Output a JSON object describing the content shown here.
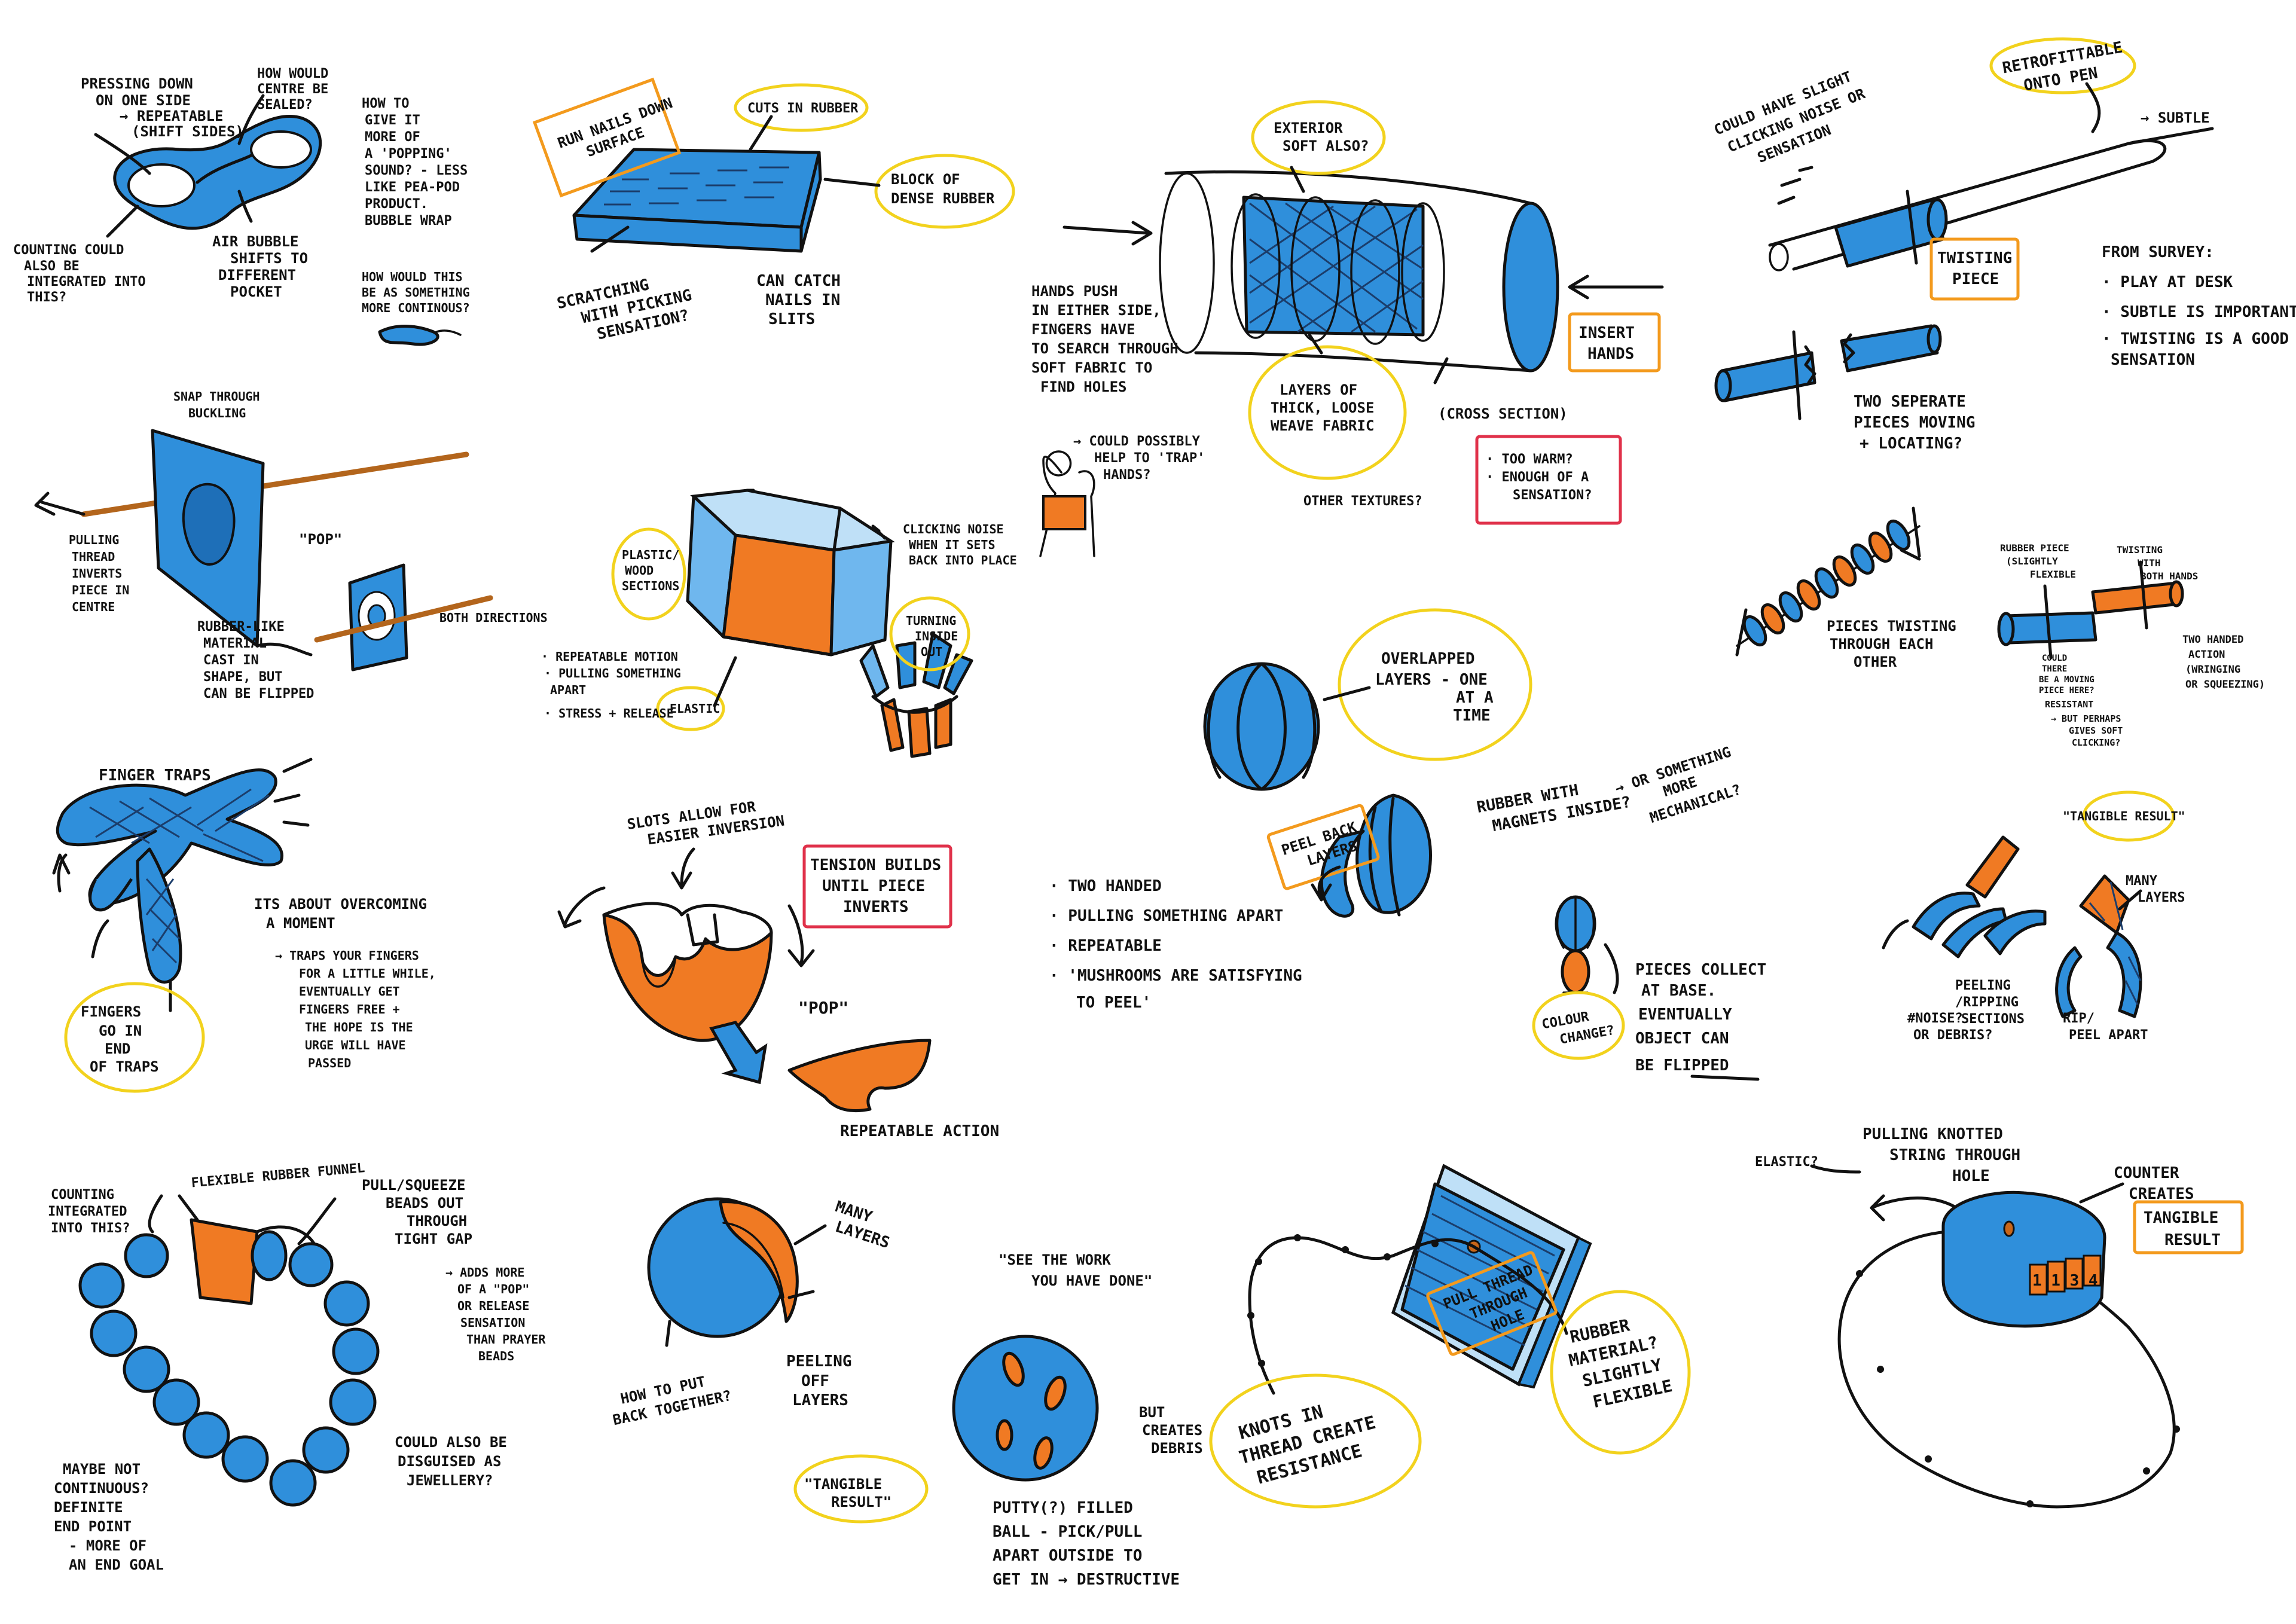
{
  "palette": {
    "blue": "#2f8fdb",
    "orange": "#f07a23",
    "yellow_ring": "#f2d21d",
    "orange_box": "#f39a1d",
    "red_box": "#e0314a",
    "thread": "#b3651c"
  },
  "pad": {
    "pressing": [
      "PRESSING DOWN",
      "ON ONE SIDE",
      "→ REPEATABLE",
      "(SHIFT SIDES)"
    ],
    "centre": [
      "HOW WOULD",
      "CENTRE BE",
      "SEALED?"
    ],
    "counting": [
      "COUNTING COULD",
      "ALSO BE",
      "INTEGRATED INTO",
      "THIS?"
    ],
    "bubble": [
      "AIR BUBBLE",
      "SHIFTS TO",
      "DIFFERENT",
      "POCKET"
    ],
    "popping": [
      "HOW TO",
      "GIVE IT",
      "MORE OF",
      "A 'POPPING'",
      "SOUND? - LESS",
      "LIKE PEA-POD",
      "PRODUCT.",
      "BUBBLE WRAP"
    ],
    "continuous": [
      "HOW WOULD THIS",
      "BE AS SOMETHING",
      "MORE CONTINOUS?"
    ]
  },
  "rubber_block": {
    "run_nails": [
      "RUN NAILS DOWN",
      "SURFACE"
    ],
    "cuts": "CUTS IN RUBBER",
    "block": [
      "BLOCK OF",
      "DENSE RUBBER"
    ],
    "scratching": [
      "SCRATCHING",
      "WITH PICKING",
      "SENSATION?"
    ],
    "catch": [
      "CAN CATCH",
      "NAILS IN",
      "SLITS"
    ]
  },
  "tube": {
    "exterior": [
      "EXTERIOR",
      "SOFT ALSO?"
    ],
    "hands_push": [
      "HANDS PUSH",
      "IN EITHER SIDE,",
      "FINGERS HAVE",
      "TO SEARCH THROUGH",
      "SOFT FABRIC TO",
      "FIND HOLES"
    ],
    "trap": [
      "→ COULD POSSIBLY",
      "HELP TO 'TRAP'",
      "HANDS?"
    ],
    "layers": [
      "LAYERS OF",
      "THICK, LOOSE",
      "WEAVE FABRIC"
    ],
    "cross_section": "(CROSS SECTION)",
    "insert": [
      "INSERT",
      "HANDS"
    ],
    "warm": [
      "· TOO WARM?",
      "· ENOUGH OF A",
      "SENSATION?"
    ],
    "other": "OTHER TEXTURES?"
  },
  "pen": {
    "clicking": [
      "COULD HAVE SLIGHT",
      "CLICKING NOISE OR",
      "SENSATION"
    ],
    "retro": [
      "RETROFITTABLE",
      "ONTO PEN"
    ],
    "subtle": "→ SUBTLE",
    "twisting": [
      "TWISTING",
      "PIECE"
    ],
    "survey": [
      "FROM SURVEY:",
      "· PLAY AT DESK",
      "· SUBTLE IS IMPORTANT",
      "· TWISTING IS A GOOD",
      "SENSATION"
    ],
    "separate": [
      "TWO SEPERATE",
      "PIECES MOVING",
      "+ LOCATING?"
    ]
  },
  "snap": {
    "title": [
      "SNAP THROUGH",
      "BUCKLING"
    ],
    "pulling": [
      "PULLING",
      "THREAD",
      "INVERTS",
      "PIECE IN",
      "CENTRE"
    ],
    "pop": "\"POP\"",
    "both": "BOTH DIRECTIONS",
    "rubber": [
      "RUBBER-LIKE",
      "MATERIAL",
      "CAST IN",
      "SHAPE, BUT",
      "CAN BE FLIPPED"
    ]
  },
  "prism": {
    "clicking": [
      "CLICKING NOISE",
      "WHEN IT SETS",
      "BACK INTO PLACE"
    ],
    "plastic": [
      "PLASTIC/",
      "WOOD",
      "SECTIONS"
    ],
    "turning": [
      "TURNING",
      "INSIDE",
      "OUT"
    ],
    "notes": [
      "· REPEATABLE MOTION",
      "· PULLING SOMETHING",
      "APART",
      "· STRESS + RELEASE"
    ],
    "elastic": "ELASTIC"
  },
  "twist": {
    "pieces": [
      "PIECES TWISTING",
      "THROUGH EACH",
      "OTHER"
    ],
    "rubber_piece": [
      "RUBBER PIECE",
      "(SLIGHTLY",
      "FLEXIBLE"
    ],
    "twisting": [
      "TWISTING",
      "WITH",
      "BOTH HANDS"
    ],
    "could": [
      "COULD",
      "THERE",
      "BE A MOVING",
      "PIECE HERE?"
    ],
    "resistant": [
      "RESISTANT",
      "→ BUT PERHAPS",
      "GIVES SOFT",
      "CLICKING?"
    ],
    "two": [
      "TWO HANDED",
      "ACTION",
      "(WRINGING",
      "OR SQUEEZING)"
    ]
  },
  "finger": {
    "title": "FINGER TRAPS",
    "overcoming": [
      "ITS ABOUT OVERCOMING",
      "A MOMENT"
    ],
    "traps": [
      "→ TRAPS YOUR FINGERS",
      "FOR A LITTLE WHILE,",
      "EVENTUALLY GET",
      "FINGERS FREE +",
      "THE HOPE IS THE",
      "URGE WILL HAVE",
      "PASSED"
    ],
    "fingers": [
      "FINGERS",
      "GO IN",
      "END",
      "OF TRAPS"
    ]
  },
  "dome": {
    "slots": [
      "SLOTS ALLOW FOR",
      "EASIER INVERSION"
    ],
    "tension": [
      "TENSION BUILDS",
      "UNTIL PIECE",
      "INVERTS"
    ],
    "pop": "\"POP\"",
    "repeat": "REPEATABLE ACTION"
  },
  "ball": {
    "overlapped": [
      "OVERLAPPED",
      "LAYERS - ONE",
      "AT A",
      "TIME"
    ],
    "magnets": [
      "RUBBER WITH",
      "MAGNETS INSIDE?"
    ],
    "mechanical": [
      "→ OR SOMETHING",
      "MORE",
      "MECHANICAL?"
    ],
    "peel": [
      "PEEL BACK",
      "LAYERS"
    ],
    "notes": [
      "· TWO HANDED",
      "· PULLING SOMETHING APART",
      "· REPEATABLE",
      "· 'MUSHROOMS ARE SATISFYING",
      "TO PEEL'"
    ],
    "colour": [
      "COLOUR",
      "CHANGE?"
    ],
    "pieces": [
      "PIECES COLLECT",
      "AT BASE.",
      "EVENTUALLY",
      "OBJECT CAN",
      "BE FLIPPED"
    ]
  },
  "strip": {
    "tangible": "\"TANGIBLE RESULT\"",
    "many": [
      "MANY",
      "LAYERS"
    ],
    "peeling": [
      "PEELING",
      "/RIPPING",
      "SECTIONS"
    ],
    "noise": [
      "#NOISE?",
      "OR DEBRIS?"
    ],
    "rip": [
      "RIP/",
      "PEEL APART"
    ]
  },
  "beads": {
    "counting": [
      "COUNTING",
      "INTEGRATED",
      "INTO THIS?"
    ],
    "funnel": "FLEXIBLE RUBBER FUNNEL",
    "pull": [
      "PULL/SQUEEZE",
      "BEADS OUT",
      "THROUGH",
      "TIGHT GAP"
    ],
    "adds": [
      "→ ADDS MORE",
      "OF A \"POP\"",
      "OR RELEASE",
      "SENSATION",
      "THAN PRAYER",
      "BEADS"
    ],
    "maybe": [
      "MAYBE NOT",
      "CONTINUOUS?",
      "DEFINITE",
      "END POINT",
      "- MORE OF",
      "AN END GOAL"
    ],
    "jewellery": [
      "COULD ALSO BE",
      "DISGUISED AS",
      "JEWELLERY?"
    ]
  },
  "sphere": {
    "many": [
      "MANY",
      "LAYERS"
    ],
    "peeling": [
      "PEELING",
      "OFF",
      "LAYERS"
    ],
    "how": [
      "HOW TO PUT",
      "BACK TOGETHER?"
    ]
  },
  "putty": {
    "see": [
      "\"SEE THE WORK",
      "YOU HAVE DONE\""
    ],
    "debris": [
      "BUT",
      "CREATES",
      "DEBRIS"
    ],
    "tangible": [
      "\"TANGIBLE",
      "RESULT\""
    ],
    "filled": [
      "PUTTY(?) FILLED",
      "BALL - PICK/PULL",
      "APART OUTSIDE TO",
      "GET IN → DESTRUCTIVE"
    ]
  },
  "thread_card": {
    "pull": [
      "PULL THREAD",
      "THROUGH",
      "HOLE"
    ],
    "rubber": [
      "RUBBER",
      "MATERIAL?",
      "SLIGHTLY",
      "FLEXIBLE"
    ],
    "knots": [
      "KNOTS IN",
      "THREAD CREATE",
      "RESISTANCE"
    ]
  },
  "counter": {
    "elastic": "ELASTIC?",
    "pulling": [
      "PULLING KNOTTED",
      "STRING THROUGH",
      "HOLE"
    ],
    "counter": [
      "COUNTER",
      "CREATES"
    ],
    "tangible": [
      "TANGIBLE",
      "RESULT"
    ],
    "digits": "1 1 3 4"
  }
}
